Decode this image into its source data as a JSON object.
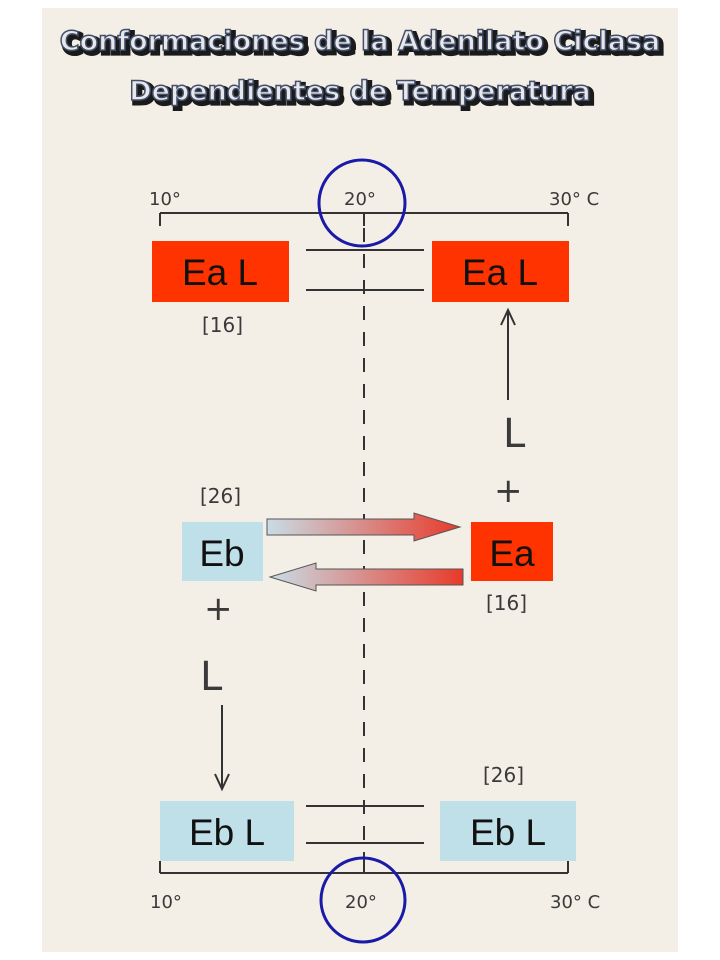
{
  "title": {
    "line1": "Conformaciones de la Adenilato Ciclasa",
    "line2": "Dependientes de Temperatura"
  },
  "top_axis": {
    "tick_left": "10°",
    "tick_mid": "20°",
    "tick_right": "30° C"
  },
  "bottom_axis": {
    "tick_left": "10°",
    "tick_mid": "20°",
    "tick_right": "30° C"
  },
  "boxes": {
    "top_left": "Ea L",
    "top_right": "Ea L",
    "mid_left": "Eb",
    "mid_right": "Ea",
    "bottom_left": "Eb L",
    "bottom_right": "Eb L"
  },
  "refs": {
    "top_left": "[16]",
    "mid_left": "[26]",
    "mid_right": "[16]",
    "bottom_right": "[26]"
  },
  "ligand_right": {
    "plus": "+",
    "ligand": "L"
  },
  "ligand_left": {
    "plus": "+",
    "ligand": "L"
  },
  "colors": {
    "paper": "#f4efe6",
    "red_box": "#ff3300",
    "blue_box": "#bfe0e8",
    "circle": "#1a1aa8",
    "title_fill": "#e8e8ec"
  }
}
